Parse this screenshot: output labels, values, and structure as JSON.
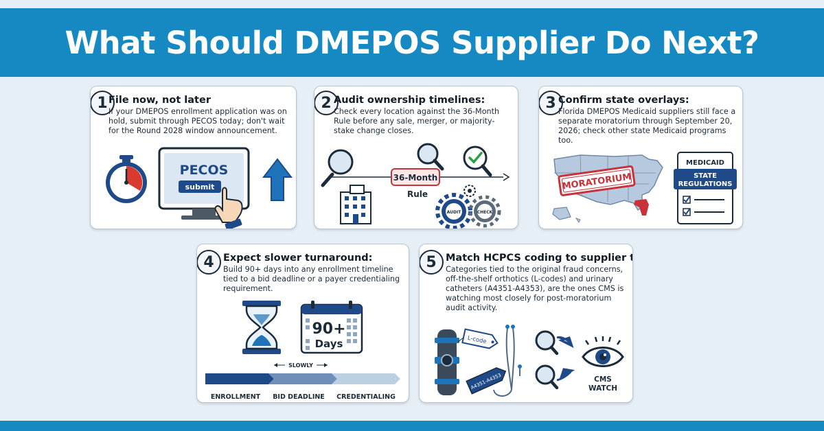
{
  "header": {
    "title": "What Should DMEPOS Supplier Do Next?"
  },
  "cards": [
    {
      "number": "1",
      "title": "File now, not later",
      "body": "If your DMEPOS enrollment application was on hold, submit through PECOS today; don't wait for the Round 2028 window announcement.",
      "illustration": {
        "screen_title": "PECOS",
        "button_label": "submit"
      }
    },
    {
      "number": "2",
      "title": "Audit ownership timelines:",
      "body": "Check every location against the 36-Month Rule before any sale, merger, or majority-stake change closes.",
      "illustration": {
        "timeline_label": "36-Month",
        "rule_label": "Rule",
        "gear1_label": "AUDIT",
        "gear2_label": "CHECK"
      }
    },
    {
      "number": "3",
      "title": "Confirm state overlays:",
      "body": "Florida DMEPOS Medicaid suppliers still face a separate moratorium through September 20, 2026; check other state Medicaid programs too.",
      "illustration": {
        "stamp_label": "MORATORIUM",
        "doc_title": "MEDICAID",
        "doc_banner_line1": "STATE",
        "doc_banner_line2": "REGULATIONS"
      }
    },
    {
      "number": "4",
      "title": "Expect slower turnaround:",
      "body": "Build 90+ days into any enrollment timeline tied to a bid deadline or a payer credentialing requirement.",
      "illustration": {
        "days_value": "90+",
        "days_label": "Days",
        "slowly_label": "SLOWLY",
        "stage1": "ENROLLMENT",
        "stage2": "BID DEADLINE",
        "stage3": "CREDENTIALING"
      }
    },
    {
      "number": "5",
      "title": "Match HCPCS coding to supplier type.",
      "body": "Categories tied to the original fraud concerns, off-the-shelf orthotics (L-codes) and urinary catheters (A4351-A4353), are the ones CMS is watching most closely for post-moratorium audit activity.",
      "illustration": {
        "tag1": "L-code",
        "tag2": "A4351-A4353",
        "watch_line1": "CMS",
        "watch_line2": "WATCH"
      }
    }
  ],
  "colors": {
    "brand_blue": "#1689c3",
    "dark_navy": "#1f4a8a",
    "stamp_red": "#c8323a",
    "check_green": "#2e9e3e",
    "clock_red": "#d93a2f"
  }
}
